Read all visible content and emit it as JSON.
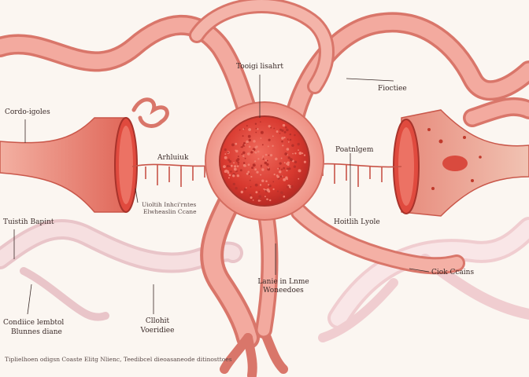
{
  "labels": {
    "top_center": "Tooigi lisahrt",
    "top_right": "Fioctiee",
    "left_top": "Cordo-igoles",
    "left_center_a": "Arhluiuk",
    "left_center_b": "Uioltih Inhci'rntes",
    "left_center_c": "Elwheaslin Ccane",
    "right_center": "Poatnlgem",
    "right_lower": "Hoitlih Lyole",
    "left_mid": "Tuistih Bapint",
    "bottom_center_a": "Lanie in Lnme",
    "bottom_center_b": "Woneedoes",
    "right_bottom": "Ciok Ccains",
    "bottom_left_a": "Condiice lembtol",
    "bottom_left_b": "Blunnes diane",
    "bottom_mid_a": "Cllohit",
    "bottom_mid_b": "Voeridiee",
    "footer": "Tiplielhoen odigsn Coaste Elitg Nlienc, Teedibcel dieoasaneode ditinosttoes"
  },
  "colors": {
    "vessel_fill": "#f2a79d",
    "vessel_stroke": "#d9766a",
    "core": "#e0443a",
    "pale_vessel": "#f0cfd0",
    "background": "#fbf6f1"
  }
}
